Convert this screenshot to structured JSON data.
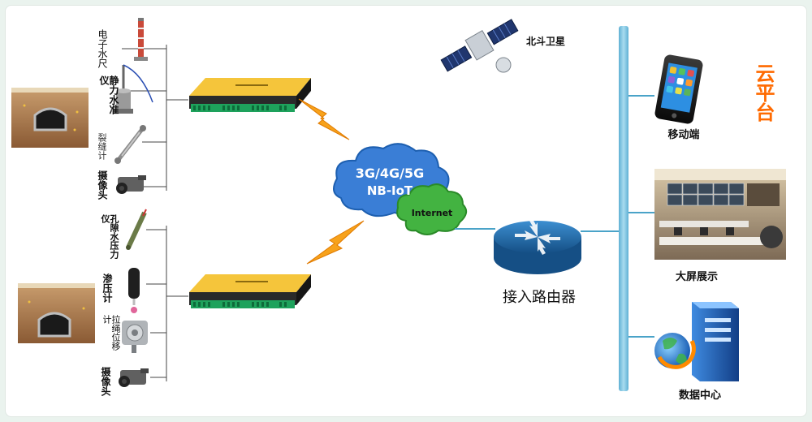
{
  "colors": {
    "bus": "#7ec4df",
    "link": "#4aa3c8",
    "cloud_blue": "#3b7fd6",
    "cloud_green": "#3fae3a",
    "cloud_title": "#ff6a00",
    "gateway_yellow": "#f2b21c",
    "gateway_dark": "#2a2a2a",
    "terminal_green": "#1ea25c",
    "router_blue": "#1f6ea9",
    "lightning": "#f7a21b"
  },
  "sensors_group1": [
    {
      "label": "电子水尺",
      "icon": "water-gauge-icon"
    },
    {
      "label": "静力水准仪",
      "icon": "hydrostatic-level-icon"
    },
    {
      "label": "裂缝计",
      "icon": "crack-meter-icon"
    },
    {
      "label": "摄像头",
      "icon": "camera-icon"
    }
  ],
  "sensors_group2": [
    {
      "label": "孔隙水压力仪",
      "icon": "pore-pressure-icon"
    },
    {
      "label": "渗压计",
      "icon": "piezometer-icon"
    },
    {
      "label": "拉绳位移计",
      "icon": "wire-displacement-icon"
    },
    {
      "label": "摄像头",
      "icon": "camera-icon"
    }
  ],
  "network": {
    "cellular": "3G/4G/5G",
    "nbiot": "NB-IoT",
    "internet": "Internet"
  },
  "satellite": {
    "label": "北斗卫星",
    "icon": "satellite-icon"
  },
  "router": {
    "label": "接入路由器",
    "icon": "router-icon"
  },
  "cloud_platform": {
    "label": "云平台"
  },
  "terminals": {
    "mobile": {
      "label": "移动端",
      "icon": "smartphone-icon"
    },
    "screen": {
      "label": "大屏展示",
      "icon": "control-room-icon"
    },
    "datacenter": {
      "label": "数据中心",
      "icon": "server-icon"
    }
  }
}
